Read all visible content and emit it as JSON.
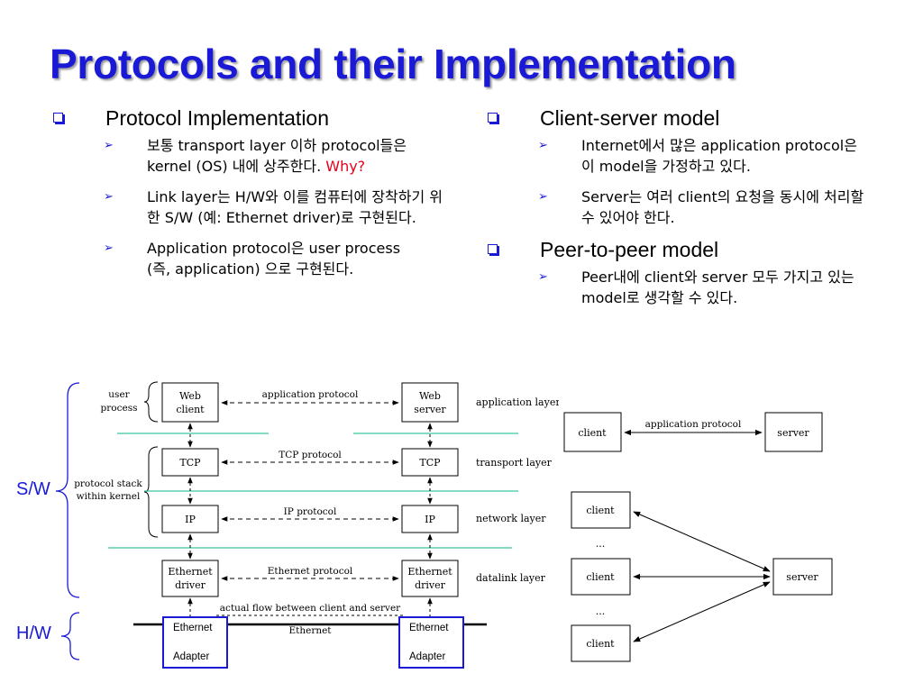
{
  "title": "Protocols and their Implementation",
  "left": {
    "heading": "Protocol Implementation",
    "items": [
      {
        "text": "보통 transport layer 이하 protocol들은 kernel (OS) 내에 상주한다. ",
        "emph": "Why?"
      },
      {
        "text": "Link layer는 H/W와 이를 컴퓨터에 장착하기 위한 S/W (예: Ethernet driver)로 구현된다."
      },
      {
        "text": "Application protocol은 user process (즉, application) 으로 구현된다."
      }
    ]
  },
  "right": {
    "heading1": "Client-server model",
    "items1": [
      {
        "text": "Internet에서 많은 application protocol은 이 model을 가정하고 있다."
      },
      {
        "text": "Server는 여러 client의 요청을 동시에 처리할 수 있어야 한다."
      }
    ],
    "heading2": "Peer-to-peer model",
    "items2": [
      {
        "text": "Peer내에 client와 server 모두 가지고 있는 model로 생각할 수 있다."
      }
    ]
  },
  "stack_diagram": {
    "user_process": "user process",
    "kernel_label_1": "protocol stack",
    "kernel_label_2": "within kernel",
    "web_client": [
      "Web",
      "client"
    ],
    "web_server": [
      "Web",
      "server"
    ],
    "tcp": "TCP",
    "ip": "IP",
    "eth_driver": [
      "Ethernet",
      "driver"
    ],
    "application_protocol": "application protocol",
    "tcp_protocol": "TCP protocol",
    "ip_protocol": "IP protocol",
    "ethernet_protocol": "Ethernet protocol",
    "actual_flow": "actual flow between client and server",
    "ethernet": "Ethernet",
    "layers": [
      "application layer",
      "transport layer",
      "network layer",
      "datalink layer"
    ],
    "adapter": [
      "Ethernet",
      "Adapter"
    ]
  },
  "sw_label": "S/W",
  "hw_label": "H/W",
  "cs_diagram": {
    "client": "client",
    "server": "server",
    "application_protocol": "application protocol",
    "ellipsis": "..."
  },
  "colors": {
    "title": "#1a1ad6",
    "emphasis": "#e8001c",
    "layer_line": "#3cc8a0"
  }
}
